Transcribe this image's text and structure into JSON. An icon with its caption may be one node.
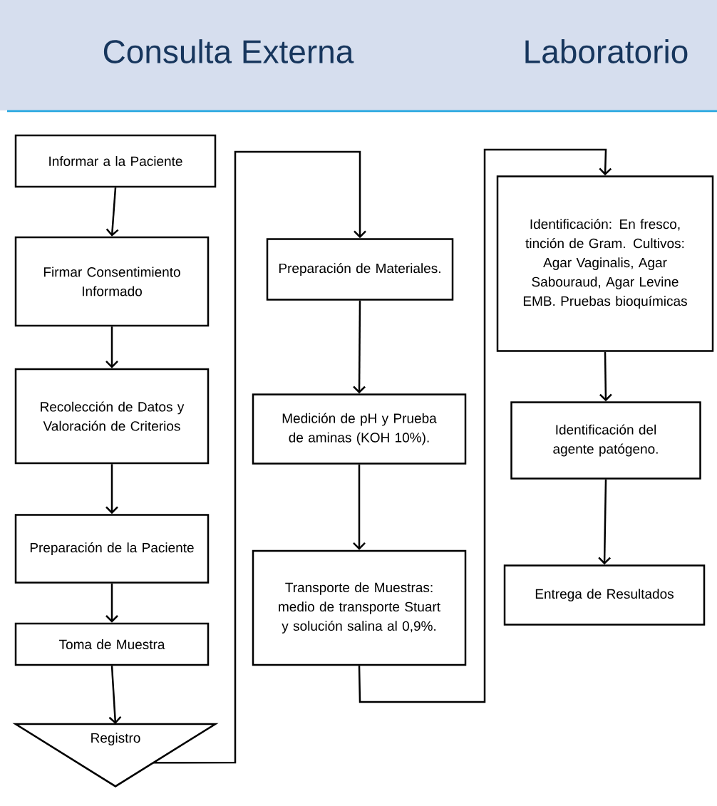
{
  "diagram": {
    "nodes": [
      {
        "text": [
          "Informar a la Paciente"
        ]
      },
      {
        "text": [
          "Firmar Consentimiento Informado"
        ]
      },
      {
        "text": [
          "Recolección de Datos y Valoración de Criterios"
        ]
      },
      {
        "text": [
          "Preparación de la Paciente"
        ]
      },
      {
        "text": [
          "Toma de Muestra"
        ]
      },
      {
        "text": [
          "Registro"
        ]
      },
      {
        "text": [
          "Preparación de Materiales."
        ]
      },
      {
        "text": [
          "Medición de pH y Prueba de aminas (KOH 10%)."
        ]
      },
      {
        "text": [
          "Transporte de Muestras: medio de transporte Stuart y solución salina al 0,9%."
        ]
      },
      {
        "text": [
          "Identificación: En fresco, tinción de Gram. Cultivos: Agar Vaginalis, Agar Sabouraud, Agar Levine EMB. Pruebas bioquímicas"
        ]
      },
      {
        "text": [
          "Identificación del agente patógeno."
        ]
      },
      {
        "text": [
          "Entrega de Resultados"
        ]
      }
    ],
    "edges": [
      {
        "from": 0,
        "to": 1,
        "arrow": "to"
      },
      {
        "from": 1,
        "to": 2,
        "arrow": "to"
      },
      {
        "from": 2,
        "to": 3,
        "arrow": "to"
      },
      {
        "from": 3,
        "to": 4,
        "arrow": "to"
      },
      {
        "from": 4,
        "to": 5,
        "arrow": "to"
      },
      {
        "from": 5,
        "to": 6,
        "arrow": "to"
      },
      {
        "from": 6,
        "to": 7,
        "arrow": "to"
      },
      {
        "from": 7,
        "to": 8,
        "arrow": "to"
      },
      {
        "from": 8,
        "to": 9,
        "arrow": "to"
      },
      {
        "from": 9,
        "to": 10,
        "arrow": "to"
      },
      {
        "from": 10,
        "to": 11,
        "arrow": "to"
      }
    ],
    "labels": [
      "Consulta Externa",
      "Laboratorio"
    ]
  }
}
